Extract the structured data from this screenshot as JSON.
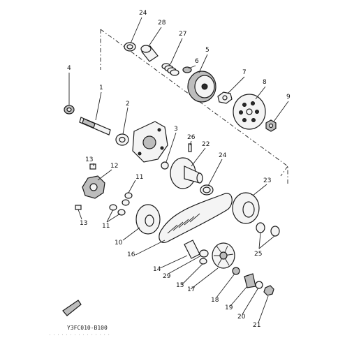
{
  "diagram": {
    "callouts": {
      "c1": "1",
      "c2": "2",
      "c3": "3",
      "c4": "4",
      "c5": "5",
      "c6": "6",
      "c7": "7",
      "c8": "8",
      "c9": "9",
      "c10": "10",
      "c11a": "11",
      "c11b": "11",
      "c12": "12",
      "c13a": "13",
      "c13b": "13",
      "c14": "14",
      "c15": "15",
      "c16": "16",
      "c17": "17",
      "c18": "18",
      "c19": "19",
      "c20": "20",
      "c21": "21",
      "c22": "22",
      "c23": "23",
      "c24a": "24",
      "c24b": "24",
      "c25": "25",
      "c26": "26",
      "c27": "27",
      "c28": "28",
      "c29": "29"
    },
    "figure_code": "Y3FC010-B100",
    "fine_print": "· · · · · · · · ·   · ·   · · · ·"
  }
}
